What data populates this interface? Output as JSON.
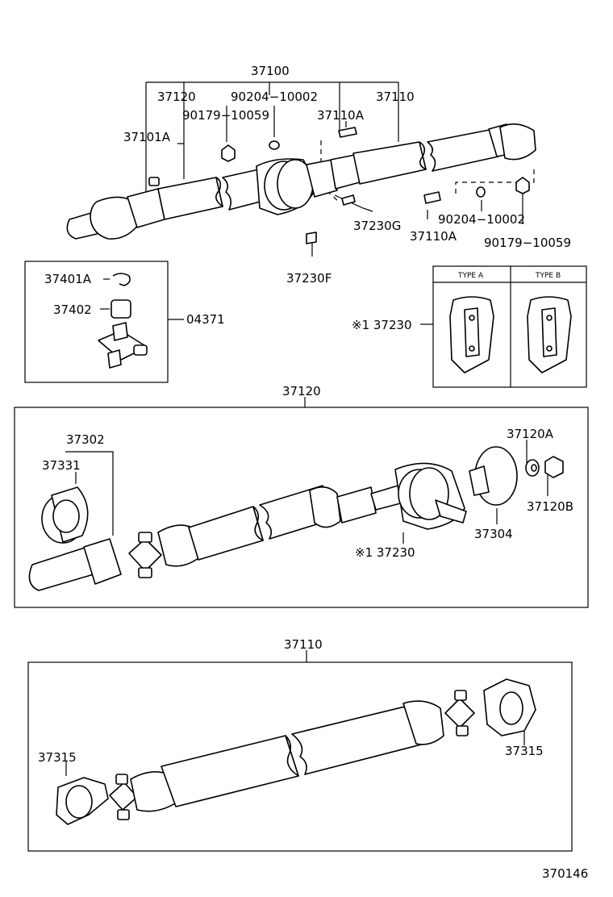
{
  "labels": {
    "assy_37100": "37100",
    "top_37120": "37120",
    "top_90204_a": "90204−10002",
    "top_37110": "37110",
    "top_90179_a": "90179−10059",
    "top_37110A_a": "37110A",
    "top_37101A": "37101A",
    "top_37230G": "37230G",
    "top_90204_b": "90204−10002",
    "top_37110A_b": "37110A",
    "top_90179_b": "90179−10059",
    "top_37230F": "37230F",
    "kit_37401A": "37401A",
    "kit_37402": "37402",
    "kit_04371": "04371",
    "bearing_ref": "※1 37230",
    "type_a": "TYPE A",
    "type_b": "TYPE B",
    "mid_title": "37120",
    "mid_37302": "37302",
    "mid_37331": "37331",
    "mid_37120A": "37120A",
    "mid_37120B": "37120B",
    "mid_37304": "37304",
    "mid_37230": "※1 37230",
    "bot_title": "37110",
    "bot_37315_l": "37315",
    "bot_37315_r": "37315",
    "fig_number": "370146"
  }
}
